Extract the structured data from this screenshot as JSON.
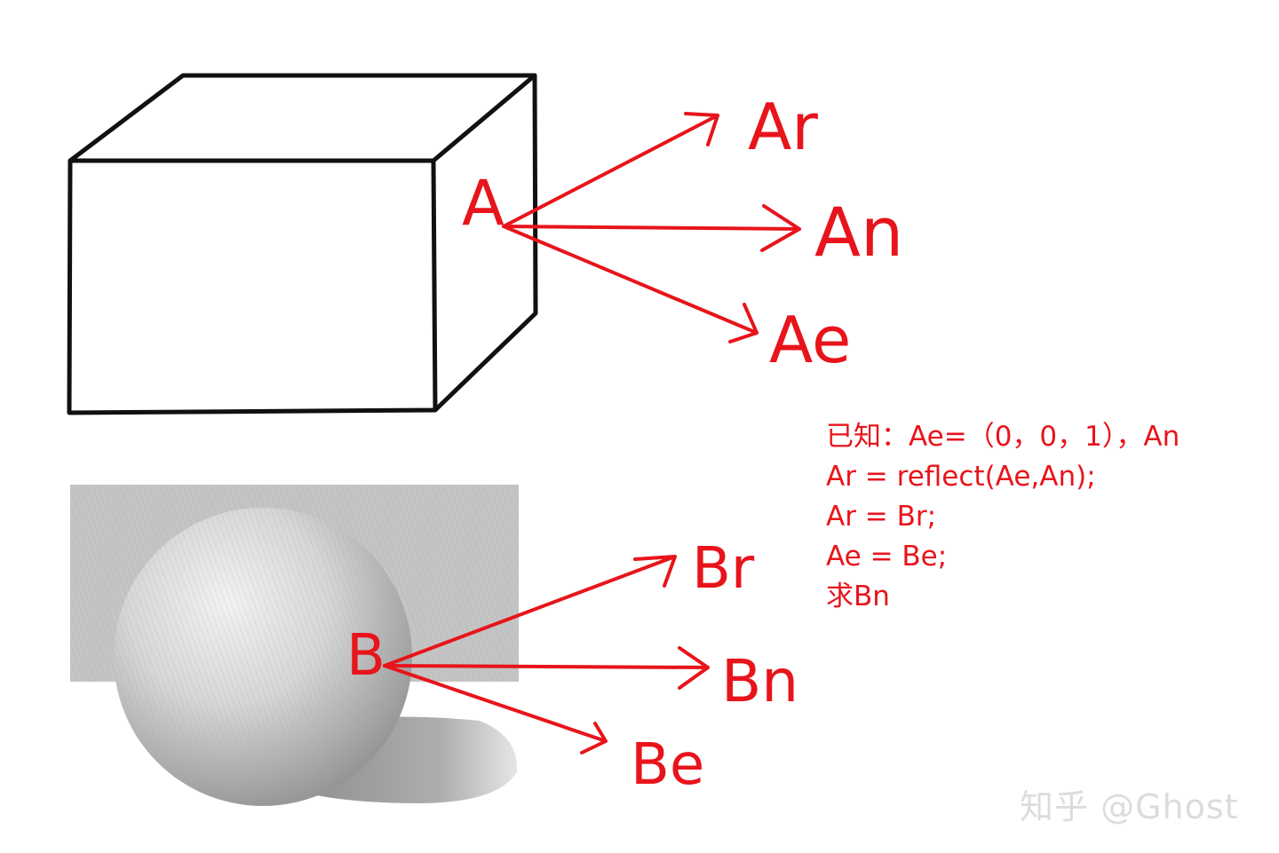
{
  "labels": {
    "point_a": "A",
    "vector_ar": "Ar",
    "vector_an": "An",
    "vector_ae": "Ae",
    "point_b": "B",
    "vector_br": "Br",
    "vector_bn": "Bn",
    "vector_be": "Be"
  },
  "notes": [
    "已知：Ae=（0，0，1），An",
    "Ar = reflect(Ae,An);",
    "Ar  = Br;",
    "Ae = Be;",
    "求Bn"
  ],
  "watermark": "知乎 @Ghost",
  "colors": {
    "annotation": "#e8141b",
    "outline": "#111111",
    "watermark": "#dcdcdc"
  }
}
